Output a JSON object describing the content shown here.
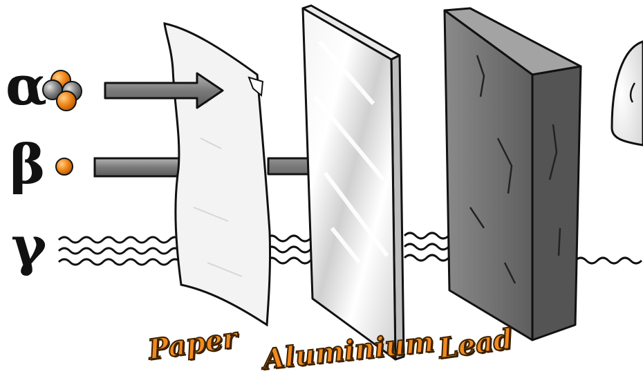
{
  "radiation": {
    "alpha": "α",
    "beta": "β",
    "gamma": "γ"
  },
  "materials": {
    "paper": "Paper",
    "aluminium": "Aluminium",
    "lead": "Lead"
  },
  "colors": {
    "particle_orange": "#f28a1e",
    "particle_gray": "#8a8a8a",
    "arrow_gray": "#7d7d7d",
    "lead_gray": "#6e6e6e",
    "label_orange": "#f28a1e"
  }
}
